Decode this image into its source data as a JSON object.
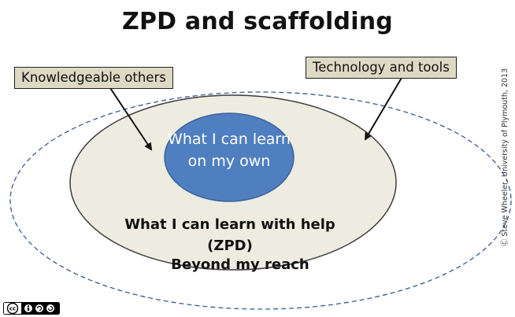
{
  "title": "ZPD and scaffolding",
  "callouts": {
    "left": "Knowledgeable others",
    "right": "Technology and tools"
  },
  "zones": {
    "inner": "What I can learn on my own",
    "middle": "What I can learn with help (ZPD)",
    "outer": "Beyond my reach"
  },
  "credit": "Steve Wheeler, University of Plymouth, 2013",
  "license": {
    "badge_text": "cc",
    "icon": "creative-commons-by-sa-license-icon"
  },
  "colors": {
    "inner_fill": "#4f7fc0",
    "inner_stroke": "#3a639b",
    "middle_fill": "#eeece1",
    "callout_fill": "#ddd9c3",
    "outer_dash": "#3b5a8c"
  }
}
